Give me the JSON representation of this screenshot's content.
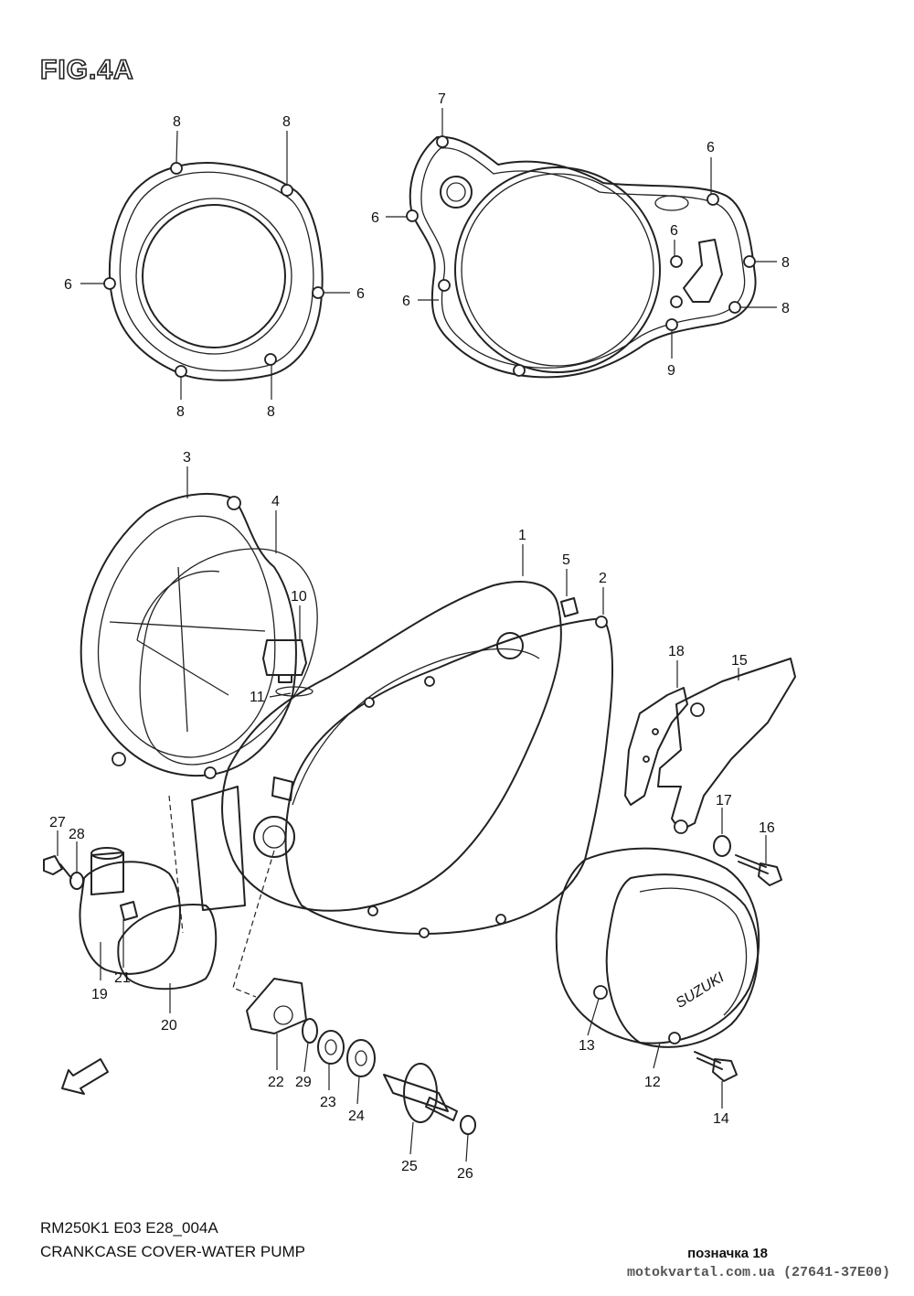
{
  "figure_title": "FIG.4A",
  "diagram_code": "RM250K1 E03 E28_004A",
  "diagram_name": "CRANKCASE COVER-WATER PUMP",
  "reference_label": "позначка 18",
  "source_label": "motokvartal.com.ua (27641-37E00)",
  "cover_logo": "SUZUKI",
  "callouts": [
    "8",
    "8",
    "6",
    "6",
    "8",
    "8",
    "7",
    "6",
    "6",
    "6",
    "6",
    "8",
    "8",
    "9",
    "3",
    "4",
    "1",
    "5",
    "2",
    "10",
    "11",
    "18",
    "15",
    "17",
    "16",
    "27",
    "28",
    "21",
    "19",
    "20",
    "22",
    "29",
    "23",
    "24",
    "25",
    "26",
    "13",
    "12",
    "14"
  ]
}
